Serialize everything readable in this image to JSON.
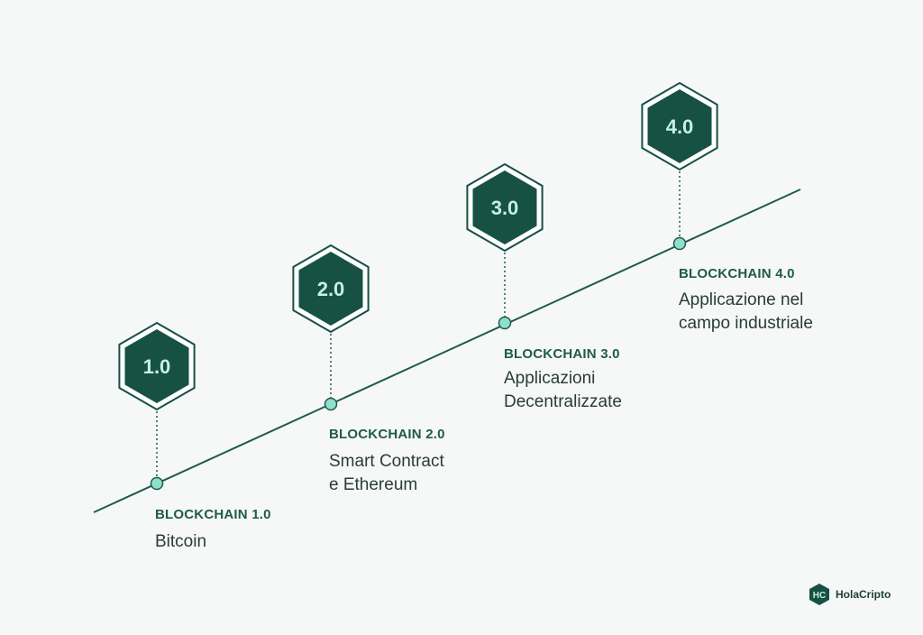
{
  "colors": {
    "background": "#f6f7f7",
    "line": "#1f5a4c",
    "hexagon_fill": "#165143",
    "hexagon_border": "#165143",
    "hexagon_text": "#c8efe6",
    "node_fill": "#8ee0cb",
    "title_color": "#1f5a4c",
    "description_color": "#2a3c38"
  },
  "stages": [
    {
      "version": "1.0",
      "title": "BLOCKCHAIN 1.0",
      "description": "Bitcoin"
    },
    {
      "version": "2.0",
      "title": "BLOCKCHAIN 2.0",
      "description": "Smart Contract\ne Ethereum"
    },
    {
      "version": "3.0",
      "title": "BLOCKCHAIN 3.0",
      "description": "Applicazioni\nDecentralizzate"
    },
    {
      "version": "4.0",
      "title": "BLOCKCHAIN 4.0",
      "description": "Applicazione nel\ncampo industriale"
    }
  ],
  "brand": {
    "name": "HolaCripto",
    "icon": "holacripto-hexagon-logo-icon"
  }
}
